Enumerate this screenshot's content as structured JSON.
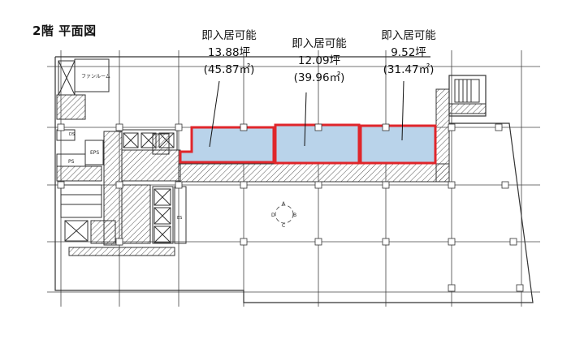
{
  "title": "2階 平面図",
  "units": [
    {
      "status": "即入居可能",
      "tsubo": "13.88坪",
      "sqm": "(45.87㎡)"
    },
    {
      "status": "即入居可能",
      "tsubo": "12.09坪",
      "sqm": "(39.96㎡)"
    },
    {
      "status": "即入居可能",
      "tsubo": "9.52坪",
      "sqm": "(31.47㎡)"
    }
  ],
  "room_labels": {
    "fan_room": "ファンルーム",
    "eps": "EPS",
    "ps": "PS",
    "ds": "DS",
    "es": "ES"
  },
  "compass": {
    "a": "A",
    "b": "B",
    "c": "C",
    "d": "D"
  },
  "colors": {
    "unit_border": "#e0262b",
    "unit_fill": "#b9d3ea",
    "line": "#333333"
  }
}
